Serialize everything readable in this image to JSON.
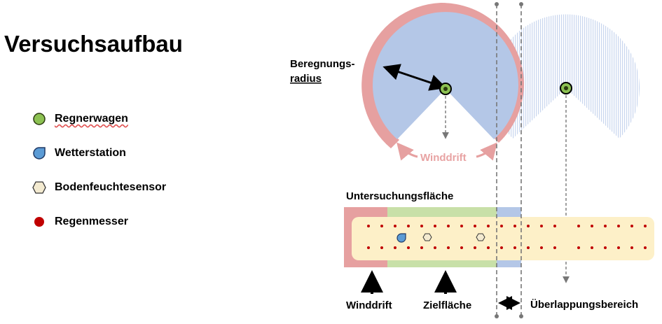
{
  "title": "Versuchsaufbau",
  "legend": [
    {
      "label": "Regnerwagen",
      "icon": "green-circle-icon",
      "color": "#8cc152"
    },
    {
      "label": "Wetterstation",
      "icon": "blue-drop-icon",
      "color": "#5b9bd5"
    },
    {
      "label": "Bodenfeuchtesensor",
      "icon": "hexagon-icon",
      "color": "#f3ead0"
    },
    {
      "label": "Regenmesser",
      "icon": "red-dot-icon",
      "color": "#c00000"
    }
  ],
  "diagram": {
    "radius_label_1": "Beregnungs-",
    "radius_label_2": "radius",
    "winddrift_top": "Winddrift",
    "area_label": "Untersuchungsfläche",
    "winddrift_bottom": "Winddrift",
    "target_area": "Zielfläche",
    "overlap_area": "Überlappungsbereich"
  },
  "colors": {
    "spray_blue": "#b4c7e7",
    "drift_pink": "#e6a0a0",
    "target_green": "#c8e0a8",
    "field_yellow": "#fdf0c8",
    "gauge_red": "#c00000"
  }
}
